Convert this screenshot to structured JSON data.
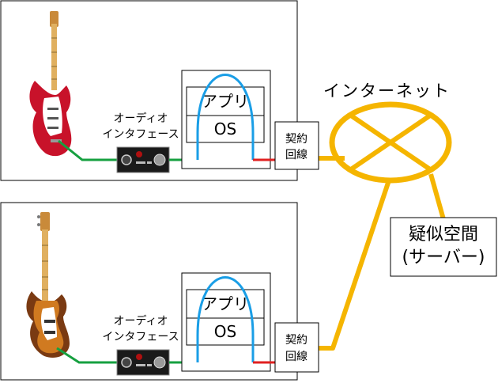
{
  "internet_label": "インターネット",
  "server_label_line1": "疑似空間",
  "server_label_line2": "(サーバー)",
  "colors": {
    "internet": "#f5b500",
    "cable_green": "#16a040",
    "cable_red": "#e02020",
    "arch_blue": "#1a9ee6",
    "box_border": "#000000"
  },
  "stations": [
    {
      "instrument_icon": "electric-guitar-icon",
      "interface_line1": "オーディオ",
      "interface_line2": "インタフェース",
      "app_label": "アプリ",
      "os_label": "OS",
      "contract_line1": "契約",
      "contract_line2": "回線"
    },
    {
      "instrument_icon": "bass-guitar-icon",
      "interface_line1": "オーディオ",
      "interface_line2": "インタフェース",
      "app_label": "アプリ",
      "os_label": "OS",
      "contract_line1": "契約",
      "contract_line2": "回線"
    }
  ]
}
